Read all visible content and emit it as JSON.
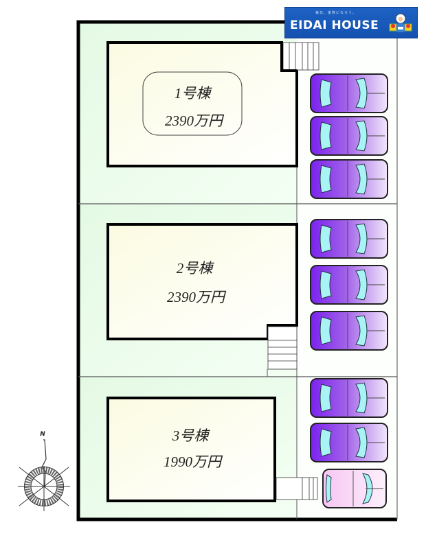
{
  "logo": {
    "brand": "EIDAI HOUSE",
    "tagline": "毎日、家族になろう。"
  },
  "compass": {
    "north_label": "N"
  },
  "buildings": [
    {
      "id": 1,
      "name": "1号棟",
      "price": "2390万円",
      "framed_label": true
    },
    {
      "id": 2,
      "name": "2号棟",
      "price": "2390万円",
      "framed_label": false
    },
    {
      "id": 3,
      "name": "3号棟",
      "price": "1990万円",
      "framed_label": false
    }
  ],
  "parking": [
    {
      "lot": 1,
      "cars": [
        "purple",
        "purple",
        "purple"
      ]
    },
    {
      "lot": 2,
      "cars": [
        "purple",
        "purple",
        "purple"
      ]
    },
    {
      "lot": 3,
      "cars": [
        "purple",
        "purple",
        "pink"
      ]
    }
  ],
  "colors": {
    "lot_fill": "#e9fbe9",
    "house_fill": "#fffde8",
    "car_purple": "#8a3cf0",
    "car_pink": "#f4c8f0",
    "glass": "#a8f4f4",
    "logo_blue": "#1a5cc0"
  }
}
